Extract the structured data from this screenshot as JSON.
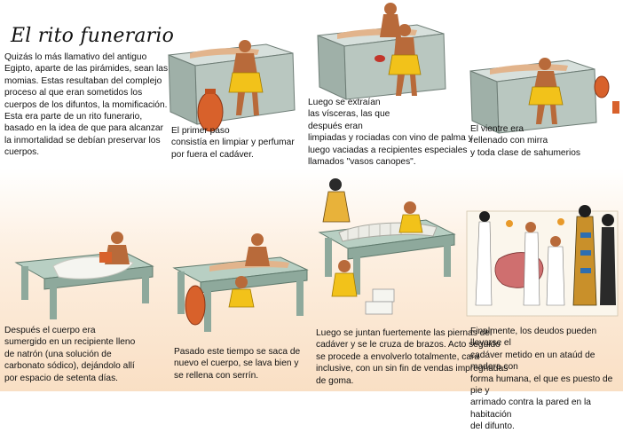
{
  "title": "El rito funerario",
  "intro": {
    "p1": "Quizás lo más llamativo del antiguo Egipto, aparte de las pirámides, sean las momias. Estas resultaban del complejo proceso al que eran sometidos los cuerpos de los difuntos, la momificación.",
    "p2": "Esta era parte de un rito funerario, basado en la idea de que para alcanzar la inmortalidad se debían preservar los cuerpos."
  },
  "steps": [
    {
      "lines": [
        "El primer paso",
        "consistía en limpiar y perfumar",
        "por fuera el cadáver."
      ]
    },
    {
      "lines": [
        "Luego se extraían",
        "las vísceras, las que",
        "después eran",
        "limpiadas y rociadas con vino de palma y",
        "luego vaciadas a recipientes especiales",
        "llamados \"vasos canopes\"."
      ]
    },
    {
      "lines": [
        "El vientre era",
        "rellenado con mirra",
        "y toda clase de sahumerios"
      ]
    },
    {
      "lines": [
        "Después el cuerpo era",
        "sumergido en un recipiente lleno",
        "de natrón (una solución de",
        "carbonato sódico), dejándolo allí",
        "por espacio de setenta días."
      ]
    },
    {
      "lines": [
        "Pasado este tiempo se saca de",
        "nuevo el cuerpo, se lava bien y",
        "se rellena con   serrín."
      ]
    },
    {
      "lines": [
        "Luego se juntan fuertemente las piernas del",
        "cadáver y se le cruza de brazos. Acto seguido",
        "se procede a envolverlo totalmente, cara",
        "inclusive, con un sin fin de vendas impregnadas",
        "de goma."
      ]
    },
    {
      "lines": [
        "Finalmente, los deudos pueden llevarse el",
        "cadáver metido en un ataúd de madera con",
        "forma humana, el que es puesto de pie y",
        "arrimado contra la pared en la habitación",
        "del difunto."
      ]
    }
  ],
  "colors": {
    "skin": "#b86a3a",
    "loincloth": "#f2c21a",
    "basin": "#b9c7c0",
    "table": "#b8cfc3",
    "jar": "#d8612b",
    "band": "#f9dfc4"
  }
}
